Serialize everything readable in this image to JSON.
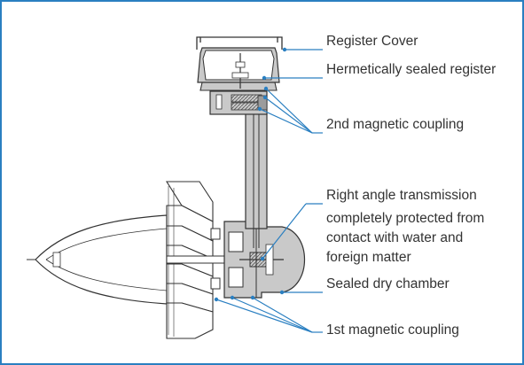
{
  "colors": {
    "frame": "#2a7fc1",
    "callout": "#2a7fc1",
    "part_fill": "#c9c9c9",
    "part_dark": "#9c9c9c",
    "outline": "#333333",
    "text": "#333333"
  },
  "labels": {
    "register_cover": "Register Cover",
    "sealed_register": "Hermetically sealed register",
    "magnetic_coupling_2": "2nd magnetic coupling",
    "right_angle_transmission": "Right angle transmission",
    "protection_line1": "completely protected from",
    "protection_line2": "contact with water and",
    "protection_line3": "foreign matter",
    "dry_chamber": "Sealed dry chamber",
    "magnetic_coupling_1": "1st magnetic coupling"
  }
}
